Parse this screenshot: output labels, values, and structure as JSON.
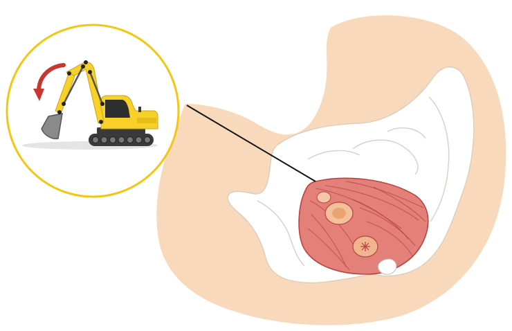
{
  "illustration": {
    "subject": "pelvic-floor-muscles",
    "analogy": "excavator",
    "inset_motion": "arm-curl-arrow",
    "colors": {
      "body": "#f8d9bb",
      "pelvis_bone": "#ffffff",
      "muscle": "#e3807a",
      "muscle_dark": "#b8433e",
      "inset_ring": "#f3c614",
      "excavator_yellow": "#f7d12a",
      "excavator_dark": "#3a3a3a",
      "arrow": "#c7372f",
      "pointer_line": "#111111"
    }
  }
}
